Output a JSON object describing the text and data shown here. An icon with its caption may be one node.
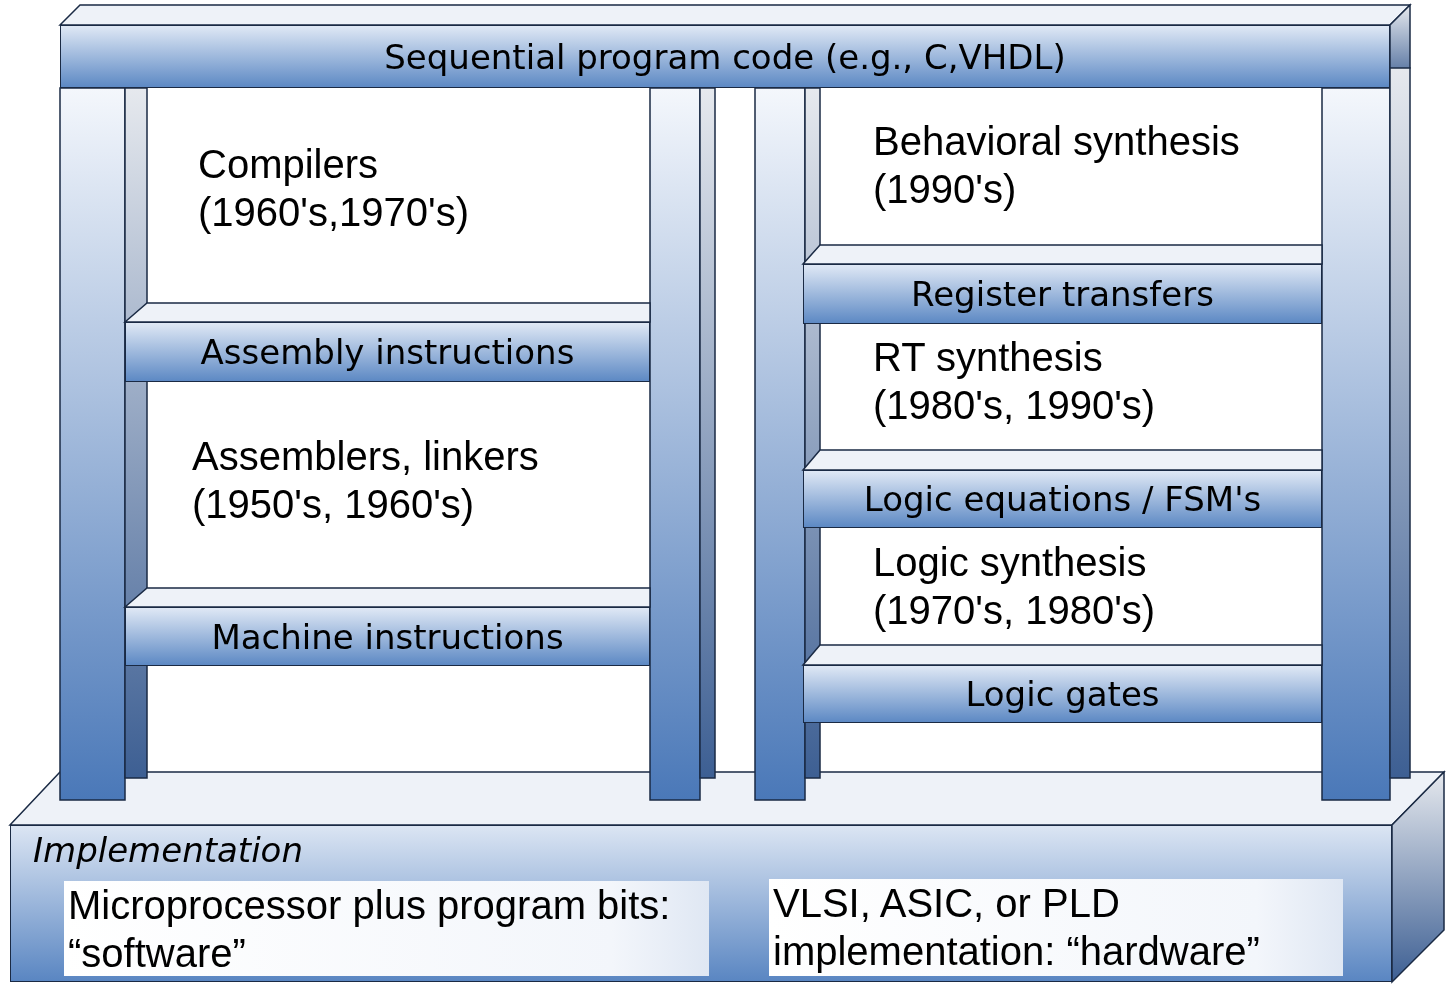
{
  "diagram": {
    "nodes": [
      {
        "text": [
          "Sequential program code (e.g., C,VHDL)"
        ]
      },
      {
        "text": [
          "Assembly instructions"
        ]
      },
      {
        "text": [
          "Machine instructions"
        ]
      },
      {
        "text": [
          "Register transfers"
        ]
      },
      {
        "text": [
          "Logic equations / FSM's"
        ]
      },
      {
        "text": [
          "Logic gates"
        ]
      },
      {
        "text": [
          "Implementation"
        ]
      },
      {
        "text": [
          "Microprocessor plus program bits: “software”"
        ],
        "in": 6
      },
      {
        "text": [
          "VLSI, ASIC, or PLD implementation: “hardware”"
        ],
        "in": 6
      }
    ],
    "labels": [
      "Compilers (1960's,1970's)",
      "Behavioral synthesis (1990's)",
      "RT synthesis (1980's, 1990's)",
      "Assemblers, linkers (1950's, 1960's)",
      "Logic synthesis (1970's, 1980's)"
    ]
  }
}
